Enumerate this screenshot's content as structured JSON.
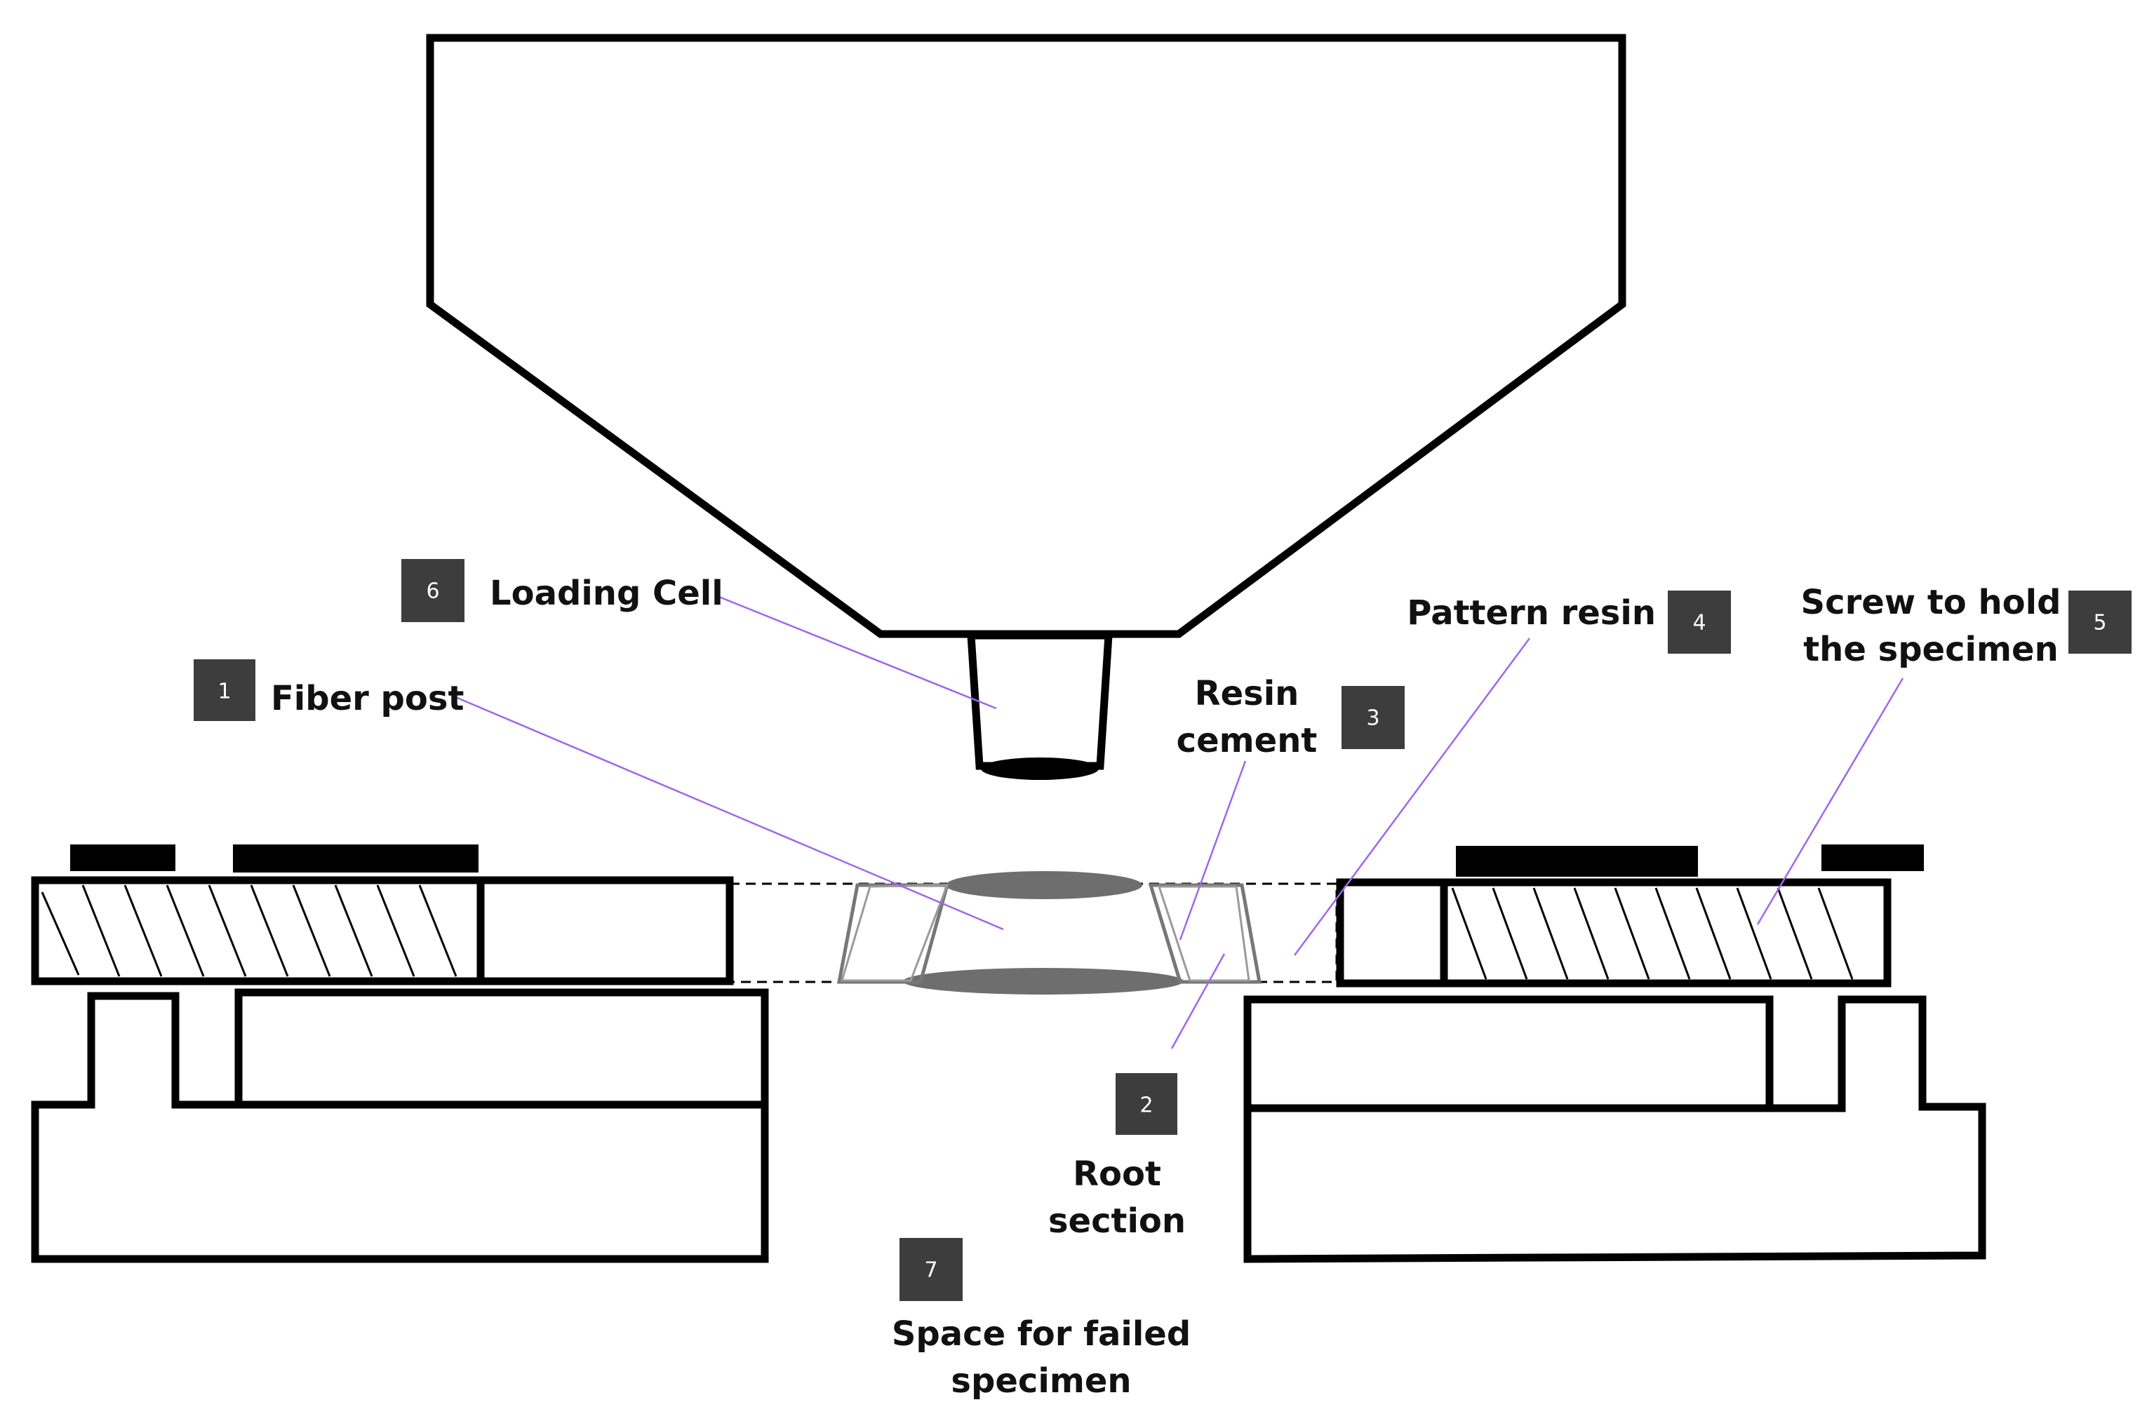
{
  "labels": {
    "fiber_post": {
      "badge": "1",
      "text": "Fiber post"
    },
    "root_section": {
      "badge": "2",
      "lines": [
        "Root",
        "section"
      ]
    },
    "resin_cement": {
      "badge": "3",
      "lines": [
        "Resin",
        "cement"
      ]
    },
    "pattern_resin": {
      "badge": "4",
      "text": "Pattern resin"
    },
    "screw": {
      "badge": "5",
      "lines": [
        "Screw to hold",
        "the specimen"
      ]
    },
    "loading_cell": {
      "badge": "6",
      "text": "Loading Cell"
    },
    "failed_space": {
      "badge": "7",
      "lines": [
        "Space for failed",
        "specimen"
      ]
    }
  },
  "colors": {
    "outline": "#000000",
    "leader_line": "#a066ee",
    "badge_fill": "#3d3d3d",
    "specimen_fill": "#6e6e6e"
  }
}
